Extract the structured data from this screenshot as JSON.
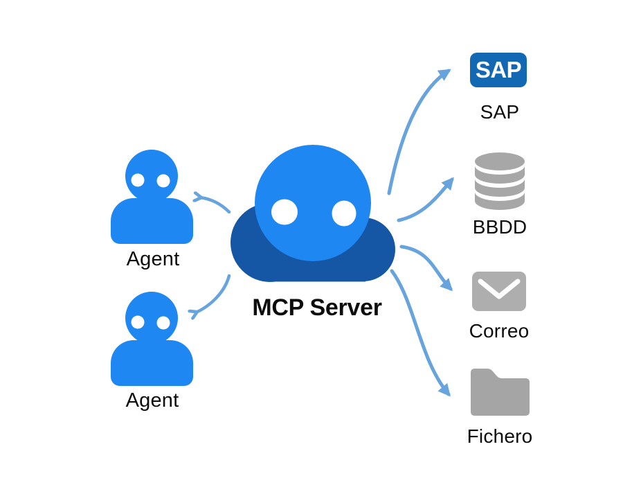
{
  "diagram": {
    "background": "#ffffff",
    "center_node": {
      "icon": "robot-cloud-icon",
      "label": "MCP Server"
    },
    "agents": [
      {
        "icon": "agent-person-icon",
        "label": "Agent"
      },
      {
        "icon": "agent-person-icon",
        "label": "Agent"
      }
    ],
    "services": [
      {
        "icon": "sap-logo-badge",
        "badge_text": "SAP",
        "label": "SAP"
      },
      {
        "icon": "database-icon",
        "label": "BBDD"
      },
      {
        "icon": "envelope-icon",
        "label": "Correo"
      },
      {
        "icon": "folder-icon",
        "label": "Fichero"
      }
    ],
    "connections": [
      {
        "from": "MCP Server",
        "to": "Agent (top)",
        "style": "open-arrowhead"
      },
      {
        "from": "MCP Server",
        "to": "Agent (bottom)",
        "style": "open-arrowhead"
      },
      {
        "from": "MCP Server",
        "to": "SAP",
        "style": "solid-arrowhead"
      },
      {
        "from": "MCP Server",
        "to": "BBDD",
        "style": "solid-arrowhead"
      },
      {
        "from": "MCP Server",
        "to": "Correo",
        "style": "solid-arrowhead"
      },
      {
        "from": "MCP Server",
        "to": "Fichero",
        "style": "solid-arrowhead"
      }
    ],
    "colors": {
      "primary_blue": "#1E87F2",
      "cloud_dark_blue": "#1657A5",
      "arrow_blue": "#67A3DC",
      "sap_blue": "#1268B3",
      "icon_gray": "#A7A7A7",
      "text": "#0D0D0D"
    }
  }
}
